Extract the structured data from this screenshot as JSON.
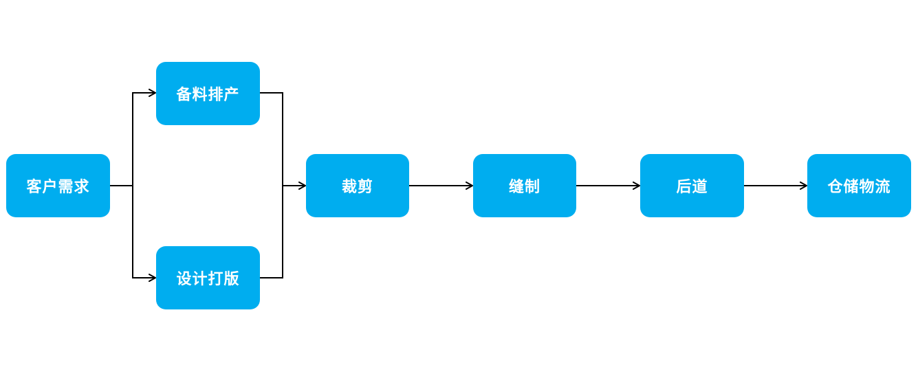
{
  "nodes": {
    "customer_demand": "客户需求",
    "material_scheduling": "备料排产",
    "design_pattern": "设计打版",
    "cutting": "裁剪",
    "sewing": "缝制",
    "finishing": "后道",
    "warehouse_logistics": "仓储物流"
  },
  "colors": {
    "node_fill": "#00adef",
    "node_text": "#ffffff",
    "connector": "#000000"
  }
}
